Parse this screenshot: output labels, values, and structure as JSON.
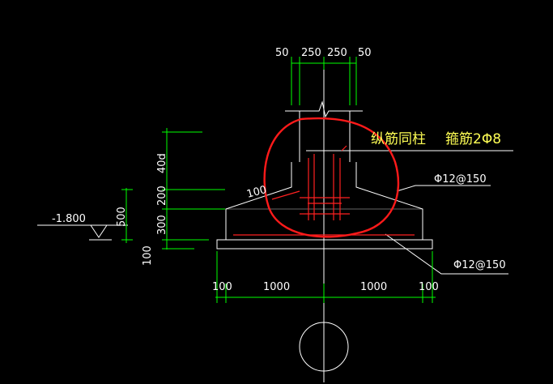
{
  "drawing": {
    "colors": {
      "background": "#000000",
      "outline": "#ffffff",
      "dimension": "#00ff00",
      "rebar": "#ff2020",
      "highlight": "#ff1a1a",
      "note": "#ffff55"
    },
    "top_dims": [
      "50",
      "250",
      "250",
      "50"
    ],
    "left_dims": [
      "40d",
      "200",
      "300",
      "100"
    ],
    "left_total": "500",
    "bottom_dims": [
      "100",
      "1000",
      "1000",
      "100"
    ],
    "elevation": "-1.800",
    "slope_label": "100",
    "notes": {
      "longitudinal": "纵筋同柱",
      "stirrup": "箍筋2Φ8",
      "rebar_upper": "Φ12@150",
      "rebar_lower": "Φ12@150"
    }
  }
}
